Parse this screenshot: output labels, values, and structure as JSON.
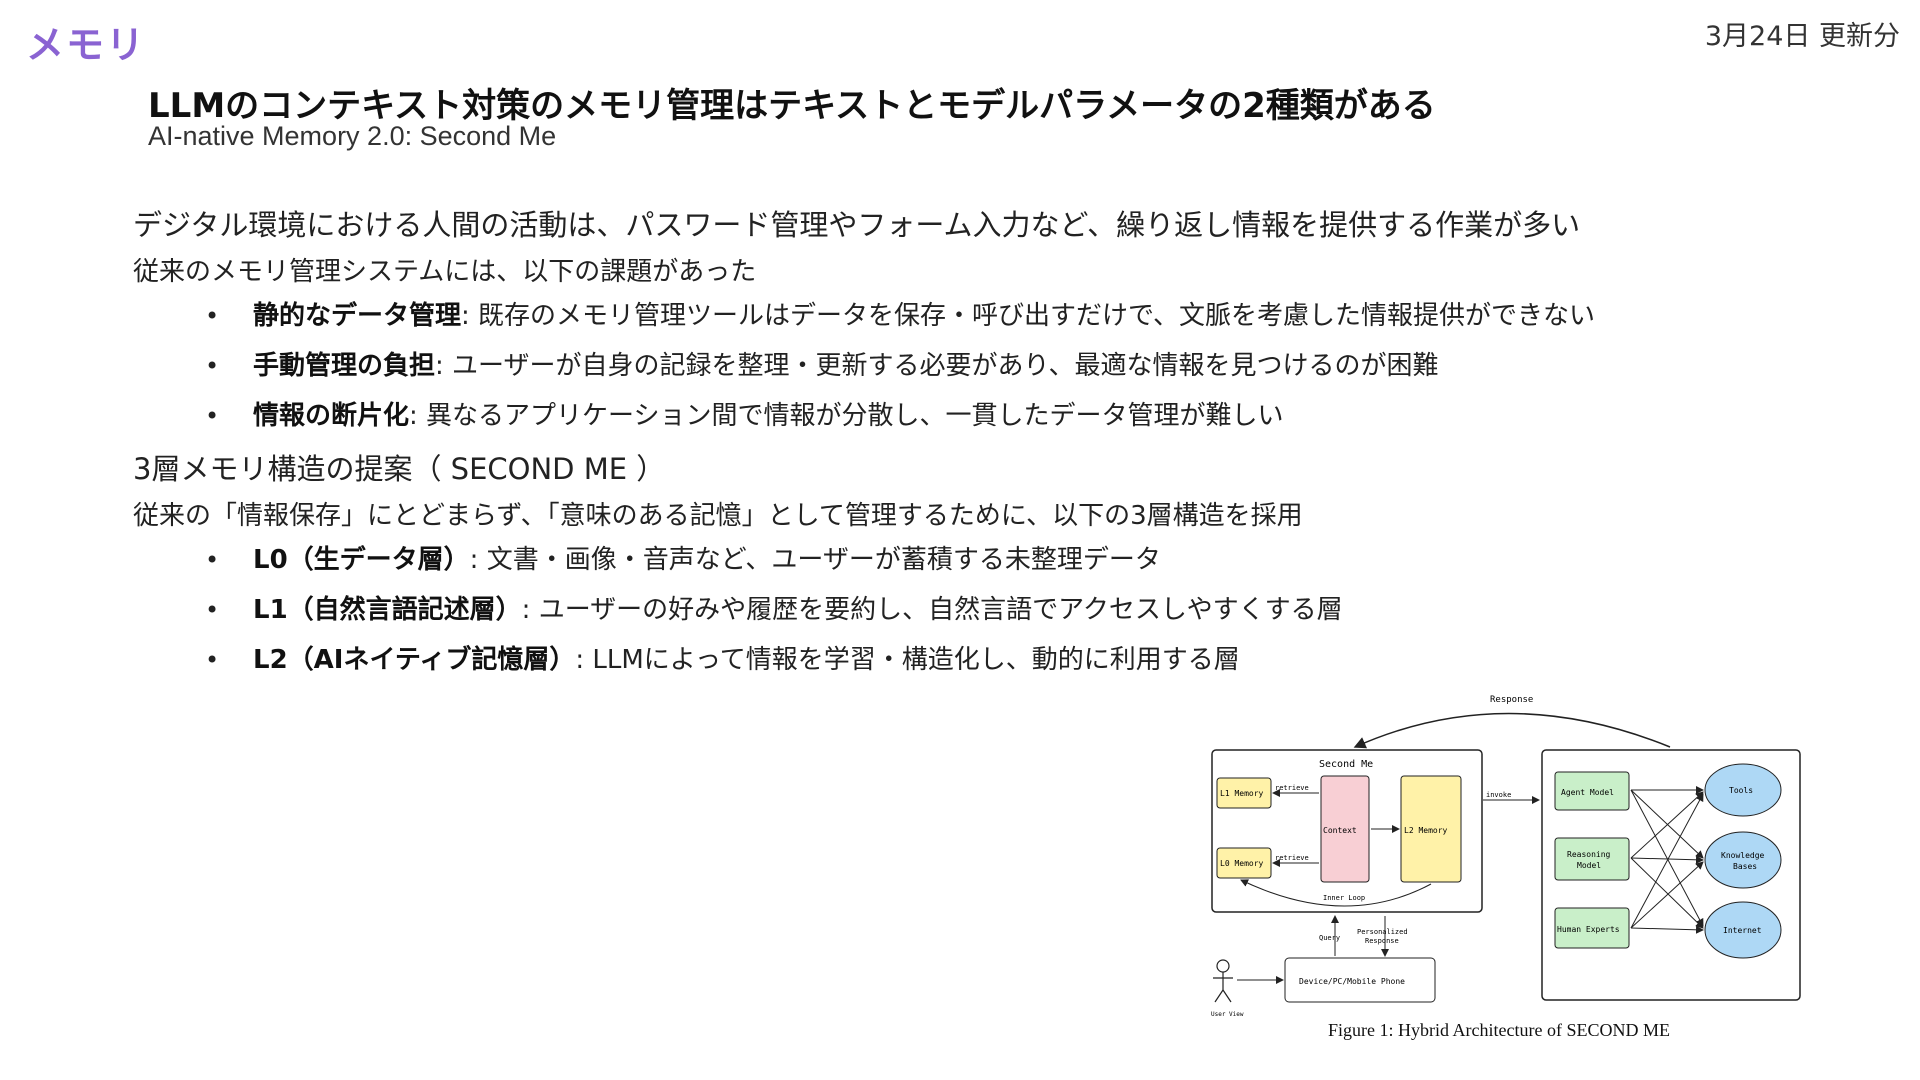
{
  "header": {
    "section": "メモリ",
    "update": "3月24日 更新分",
    "title": "LLMのコンテキスト対策のメモリ管理はテキストとモデルパラメータの2種類がある",
    "subtitle": "AI-native Memory 2.0: Second Me"
  },
  "body": {
    "lead": "デジタル環境における人間の活動は、パスワード管理やフォーム入力など、繰り返し情報を提供する作業が多い",
    "issues_intro": "従来のメモリ管理システムには、以下の課題があった",
    "issues": [
      {
        "term": "静的なデータ管理",
        "text": ": 既存のメモリ管理ツールはデータを保存・呼び出すだけで、文脈を考慮した情報提供ができない"
      },
      {
        "term": "手動管理の負担",
        "text": ": ユーザーが自身の記録を整理・更新する必要があり、最適な情報を見つけるのが困難"
      },
      {
        "term": "情報の断片化",
        "text": ": 異なるアプリケーション間で情報が分散し、一貫したデータ管理が難しい"
      }
    ],
    "proposal_heading": "3層メモリ構造の提案（ SECOND ME ）",
    "proposal_intro": "従来の「情報保存」にとどまらず、「意味のある記憶」として管理するために、以下の3層構造を採用",
    "layers": [
      {
        "term": "L0（生データ層）",
        "text": ": 文書・画像・音声など、ユーザーが蓄積する未整理データ"
      },
      {
        "term": "L1（自然言語記述層）",
        "text": ": ユーザーの好みや履歴を要約し、自然言語でアクセスしやすくする層"
      },
      {
        "term": "L2（AIネイティブ記憶層）",
        "text": ": LLMによって情報を学習・構造化し、動的に利用する層"
      }
    ]
  },
  "figure": {
    "response": "Response",
    "second_me": "Second Me",
    "l1_memory": "L1 Memory",
    "l0_memory": "L0 Memory",
    "retrieve_1": "retrieve",
    "retrieve_2": "retrieve",
    "context": "Context",
    "l2_memory": "L2 Memory",
    "invoke": "invoke",
    "inner_loop": "Inner Loop",
    "query": "Query",
    "personalized_1": "Personalized",
    "personalized_2": "Response",
    "device": "Device/PC/Mobile Phone",
    "user": "User View",
    "agent_model": "Agent Model",
    "reasoning_1": "Reasoning",
    "reasoning_2": "Model",
    "human_experts": "Human Experts",
    "tools": "Tools",
    "knowledge_1": "Knowledge",
    "knowledge_2": "Bases",
    "internet": "Internet",
    "caption": "Figure 1: Hybrid Architecture of SECOND ME",
    "colors": {
      "yellow": "#fff2a8",
      "pink": "#f8cfd4",
      "green": "#c9efc9",
      "blue": "#aed8f5"
    }
  }
}
